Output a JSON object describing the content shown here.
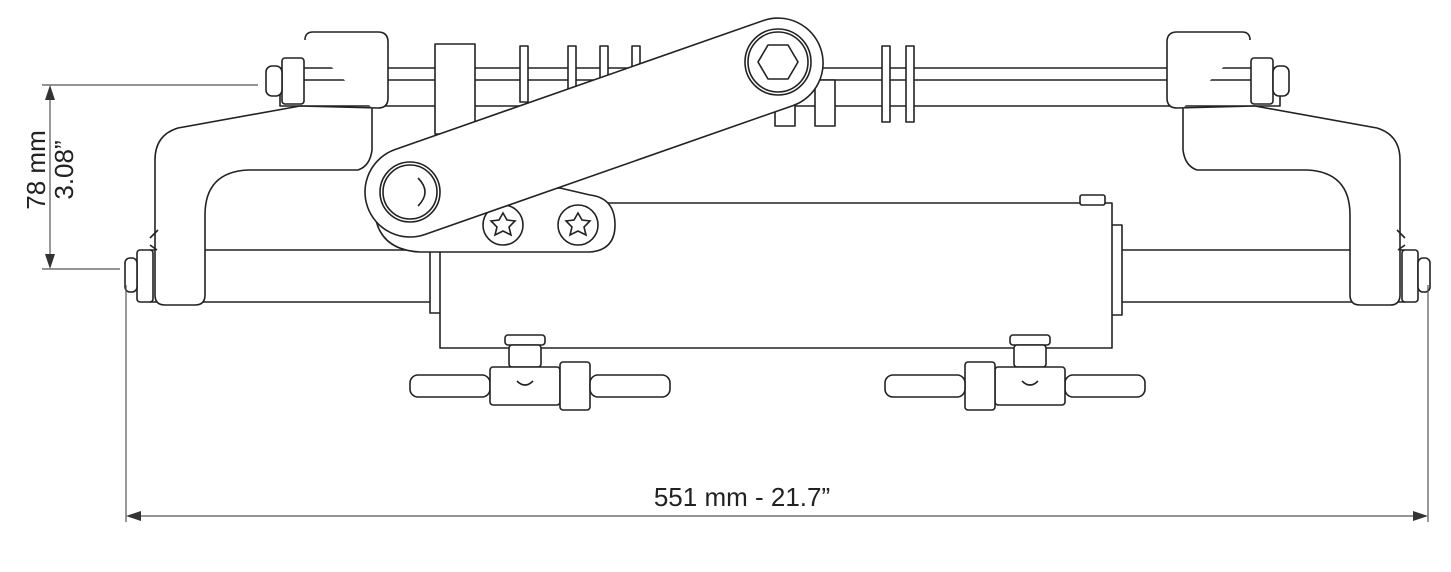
{
  "dimensions": {
    "height_mm": "78 mm",
    "height_in": "3.08”",
    "width": "551 mm - 21.7”"
  },
  "colors": {
    "line": "#222222",
    "dimension": "#555555",
    "background": "#ffffff"
  }
}
